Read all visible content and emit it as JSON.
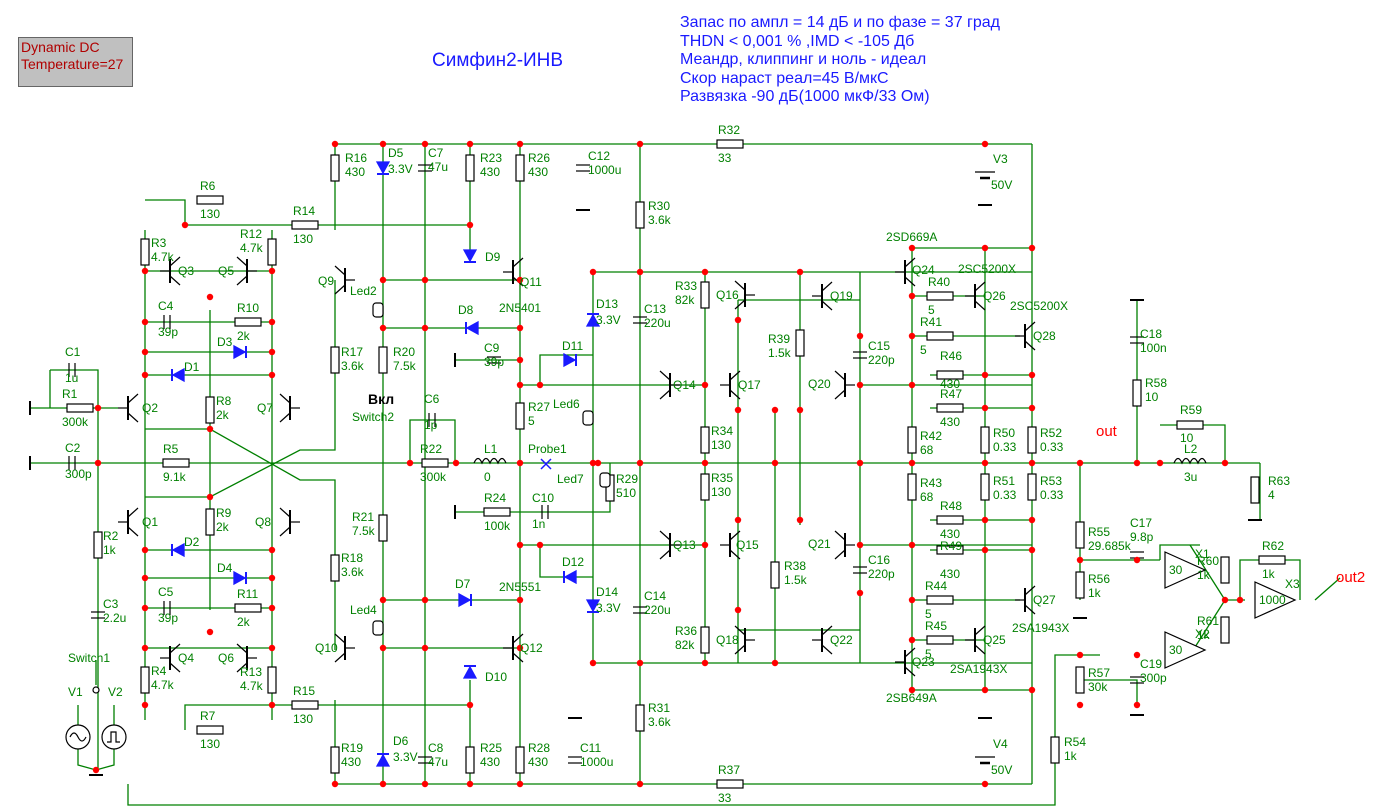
{
  "simulation": {
    "mode": "Dynamic DC",
    "temperature": "Temperature=27"
  },
  "title": "Симфин2-ИНВ",
  "specs": [
    "Запас по ампл = 14 дБ и по фазе = 37 град",
    "THDN < 0,001 % ,IMD < -105 Дб",
    "Меандр, клиппинг и ноль - идеал",
    "Скор нараст реал=45 В/мкС",
    "Развязка -90 дБ(1000 мкФ/33 Ом)"
  ],
  "colors": {
    "wire": "#008000",
    "node": "#ff0000",
    "annotation": "#1a1aff",
    "mode_box": "#c0c0c0"
  },
  "switch_label": "Вкл",
  "probe_labels": [
    "out",
    "out2"
  ],
  "resistors": [
    {
      "id": "R1",
      "value": "300k"
    },
    {
      "id": "R2",
      "value": "1k"
    },
    {
      "id": "R3",
      "value": "4.7k"
    },
    {
      "id": "R4",
      "value": "4.7k"
    },
    {
      "id": "R5",
      "value": "9.1k"
    },
    {
      "id": "R6",
      "value": "130"
    },
    {
      "id": "R7",
      "value": "130"
    },
    {
      "id": "R8",
      "value": "2k"
    },
    {
      "id": "R9",
      "value": "2k"
    },
    {
      "id": "R10",
      "value": "2k"
    },
    {
      "id": "R11",
      "value": "2k"
    },
    {
      "id": "R12",
      "value": "4.7k"
    },
    {
      "id": "R13",
      "value": "4.7k"
    },
    {
      "id": "R14",
      "value": "130"
    },
    {
      "id": "R15",
      "value": "130"
    },
    {
      "id": "R16",
      "value": "430"
    },
    {
      "id": "R17",
      "value": "3.6k"
    },
    {
      "id": "R18",
      "value": "3.6k"
    },
    {
      "id": "R19",
      "value": "430"
    },
    {
      "id": "R20",
      "value": "7.5k"
    },
    {
      "id": "R21",
      "value": "7.5k"
    },
    {
      "id": "R22",
      "value": "300k"
    },
    {
      "id": "R23",
      "value": "430"
    },
    {
      "id": "R24",
      "value": "100k"
    },
    {
      "id": "R25",
      "value": "430"
    },
    {
      "id": "R26",
      "value": "430"
    },
    {
      "id": "R27",
      "value": "5"
    },
    {
      "id": "R28",
      "value": "430"
    },
    {
      "id": "R29",
      "value": "510"
    },
    {
      "id": "R30",
      "value": "3.6k"
    },
    {
      "id": "R31",
      "value": "3.6k"
    },
    {
      "id": "R32",
      "value": "33"
    },
    {
      "id": "R33",
      "value": "82k"
    },
    {
      "id": "R34",
      "value": "130"
    },
    {
      "id": "R35",
      "value": "130"
    },
    {
      "id": "R36",
      "value": "82k"
    },
    {
      "id": "R37",
      "value": "33"
    },
    {
      "id": "R38",
      "value": "1.5k"
    },
    {
      "id": "R39",
      "value": "1.5k"
    },
    {
      "id": "R40",
      "value": "5"
    },
    {
      "id": "R41",
      "value": "5"
    },
    {
      "id": "R42",
      "value": "68"
    },
    {
      "id": "R43",
      "value": "68"
    },
    {
      "id": "R44",
      "value": "5"
    },
    {
      "id": "R45",
      "value": "5"
    },
    {
      "id": "R46",
      "value": "430"
    },
    {
      "id": "R47",
      "value": "430"
    },
    {
      "id": "R48",
      "value": "430"
    },
    {
      "id": "R49",
      "value": "430"
    },
    {
      "id": "R50",
      "value": "0.33"
    },
    {
      "id": "R51",
      "value": "0.33"
    },
    {
      "id": "R52",
      "value": "0.33"
    },
    {
      "id": "R53",
      "value": "0.33"
    },
    {
      "id": "R54",
      "value": "1k"
    },
    {
      "id": "R55",
      "value": "29.685k"
    },
    {
      "id": "R56",
      "value": "1k"
    },
    {
      "id": "R57",
      "value": "30k"
    },
    {
      "id": "R58",
      "value": "10"
    },
    {
      "id": "R59",
      "value": "10"
    },
    {
      "id": "R60",
      "value": "1k"
    },
    {
      "id": "R61",
      "value": "1k"
    },
    {
      "id": "R62",
      "value": "1k"
    },
    {
      "id": "R63",
      "value": "4"
    }
  ],
  "capacitors": [
    {
      "id": "C1",
      "value": "1u"
    },
    {
      "id": "C2",
      "value": "300p"
    },
    {
      "id": "C3",
      "value": "2.2u"
    },
    {
      "id": "C4",
      "value": "39p"
    },
    {
      "id": "C5",
      "value": "39p"
    },
    {
      "id": "C6",
      "value": "1p"
    },
    {
      "id": "C7",
      "value": "47u"
    },
    {
      "id": "C8",
      "value": "47u"
    },
    {
      "id": "C9",
      "value": "39p"
    },
    {
      "id": "C10",
      "value": "1n"
    },
    {
      "id": "C11",
      "value": "1000u"
    },
    {
      "id": "C12",
      "value": "1000u"
    },
    {
      "id": "C13",
      "value": "220u"
    },
    {
      "id": "C14",
      "value": "220u"
    },
    {
      "id": "C15",
      "value": "220p"
    },
    {
      "id": "C16",
      "value": "220p"
    },
    {
      "id": "C17",
      "value": "9.8p"
    },
    {
      "id": "C18",
      "value": "100n"
    },
    {
      "id": "C19",
      "value": "300p"
    }
  ],
  "inductors": [
    {
      "id": "L1",
      "value": "0"
    },
    {
      "id": "L2",
      "value": "3u"
    }
  ],
  "sources": [
    {
      "id": "V1"
    },
    {
      "id": "V2"
    },
    {
      "id": "V3",
      "value": "50V"
    },
    {
      "id": "V4",
      "value": "50V"
    }
  ],
  "diodes": [
    "D1",
    "D2",
    "D3",
    "D4",
    "D5",
    "D6",
    "D7",
    "D8",
    "D9",
    "D10",
    "D11",
    "D12",
    "D13",
    "D14"
  ],
  "zener_values": {
    "D5": "3.3V",
    "D6": "3.3V",
    "D13": "3.3V",
    "D14": "3.3V"
  },
  "transistors": [
    "Q1",
    "Q2",
    "Q3",
    "Q4",
    "Q5",
    "Q6",
    "Q7",
    "Q8",
    "Q9",
    "Q10",
    "Q11",
    "Q12",
    "Q13",
    "Q14",
    "Q15",
    "Q16",
    "Q17",
    "Q18",
    "Q19",
    "Q20",
    "Q21",
    "Q22",
    "Q23",
    "Q24",
    "Q25",
    "Q26",
    "Q27",
    "Q28"
  ],
  "part_numbers": {
    "Q11": "2N5401",
    "Q12": "2N5551",
    "Q24": "2SD669A",
    "Q23": "2SB649A",
    "Q26": "2SC5200X",
    "Q28": "2SC5200X",
    "Q25": "2SA1943X",
    "Q27": "2SA1943X"
  },
  "amplifiers": [
    {
      "id": "X1",
      "gain": "30"
    },
    {
      "id": "X2",
      "gain": "30"
    },
    {
      "id": "X3",
      "gain": "1000"
    }
  ],
  "misc": [
    "Switch1",
    "Switch2",
    "Probe1",
    "Led2",
    "Led4",
    "Led6",
    "Led7"
  ]
}
